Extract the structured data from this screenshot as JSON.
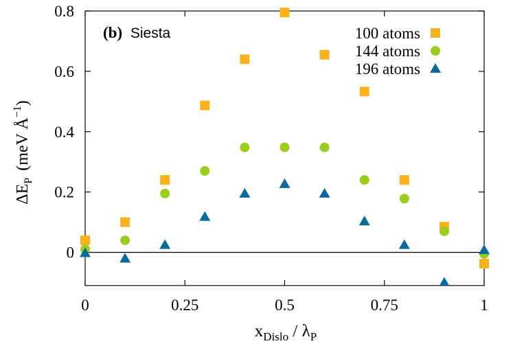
{
  "chart_data": {
    "type": "scatter",
    "annotation": {
      "label": "(b)",
      "text": "Siesta"
    },
    "xlabel": {
      "main": "x",
      "main_sub": "Dislo",
      "sep": " / ",
      "lambda": "λ",
      "lambda_sub": "P"
    },
    "ylabel": {
      "delta": "ΔE",
      "delta_sub": "P",
      "unit_open": "(meV Å",
      "unit_sup": "−1",
      "unit_close": ")"
    },
    "xlim": [
      0,
      1
    ],
    "ylim": [
      -0.11,
      0.8
    ],
    "x_ticks": [
      {
        "value": 0,
        "label": "0"
      },
      {
        "value": 0.25,
        "label": "0.25"
      },
      {
        "value": 0.5,
        "label": "0.5"
      },
      {
        "value": 0.75,
        "label": "0.75"
      },
      {
        "value": 1,
        "label": "1"
      }
    ],
    "y_ticks": [
      {
        "value": 0,
        "label": "0"
      },
      {
        "value": 0.2,
        "label": "0.2"
      },
      {
        "value": 0.4,
        "label": "0.4"
      },
      {
        "value": 0.6,
        "label": "0.6"
      },
      {
        "value": 0.8,
        "label": "0.8"
      }
    ],
    "zero_line": true,
    "grid": false,
    "legend_position": "top-right",
    "series": [
      {
        "name": "100 atoms",
        "marker": "square",
        "color": "#f9b21b",
        "x": [
          0,
          0.1,
          0.2,
          0.3,
          0.4,
          0.5,
          0.6,
          0.7,
          0.8,
          0.9,
          1.0
        ],
        "y": [
          0.04,
          0.1,
          0.24,
          0.487,
          0.64,
          0.795,
          0.655,
          0.533,
          0.24,
          0.085,
          -0.037
        ]
      },
      {
        "name": "144 atoms",
        "marker": "circle",
        "color": "#9acd1c",
        "x": [
          0,
          0.1,
          0.2,
          0.3,
          0.4,
          0.5,
          0.6,
          0.7,
          0.8,
          0.9,
          1.0
        ],
        "y": [
          0.01,
          0.04,
          0.195,
          0.27,
          0.348,
          0.348,
          0.348,
          0.24,
          0.178,
          0.07,
          -0.005
        ]
      },
      {
        "name": "196 atoms",
        "marker": "triangle",
        "color": "#0a6a9e",
        "x": [
          0,
          0.1,
          0.2,
          0.3,
          0.4,
          0.5,
          0.6,
          0.7,
          0.8,
          0.9,
          1.0
        ],
        "y": [
          -0.002,
          -0.02,
          0.025,
          0.118,
          0.195,
          0.227,
          0.195,
          0.103,
          0.025,
          -0.1,
          0.008
        ]
      }
    ]
  }
}
